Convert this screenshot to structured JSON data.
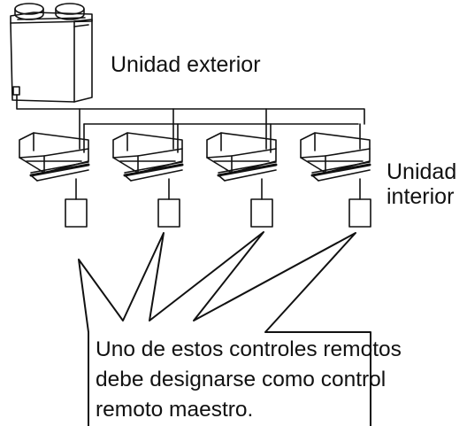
{
  "labels": {
    "outdoor_unit": "Unidad exterior",
    "indoor_unit_line1": "Unidad",
    "indoor_unit_line2": "interior"
  },
  "callout": {
    "line1": "Uno de estos controles remotos",
    "line2": "debe designarse como control",
    "line3": "remoto maestro."
  },
  "components": {
    "indoor_unit_count": 4,
    "remote_controller_count": 4
  },
  "colors": {
    "line": "#111111",
    "background": "#ffffff"
  }
}
